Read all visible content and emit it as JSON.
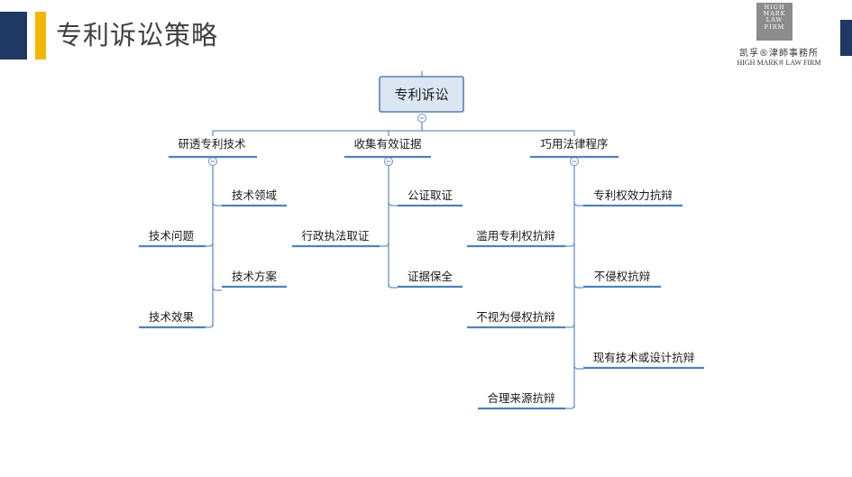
{
  "header": {
    "title": "专利诉讼策略"
  },
  "logo": {
    "box_lines": [
      "HIGH",
      "MARK",
      "LAW",
      "FIRM"
    ],
    "cn": "凯孚®津師事務所",
    "en": "HIGH MARK® LAW FIRM"
  },
  "diagram": {
    "root": "专利诉讼",
    "branches": [
      {
        "label": "研透专利技术",
        "children": [
          "技术领域",
          "技术问题",
          "技术方案",
          "技术效果"
        ]
      },
      {
        "label": "收集有效证据",
        "children": [
          "公证取证",
          "行政执法取证",
          "证据保全"
        ]
      },
      {
        "label": "巧用法律程序",
        "children": [
          "专利权效力抗辩",
          "滥用专利权抗辩",
          "不侵权抗辩",
          "不视为侵权抗辩",
          "现有技术或设计抗辩",
          "合理来源抗辩"
        ]
      }
    ]
  },
  "colors": {
    "navy": "#1f3864",
    "accent": "#f2b705",
    "line": "#6b8fcb",
    "root_fill": "#dce6f2"
  }
}
